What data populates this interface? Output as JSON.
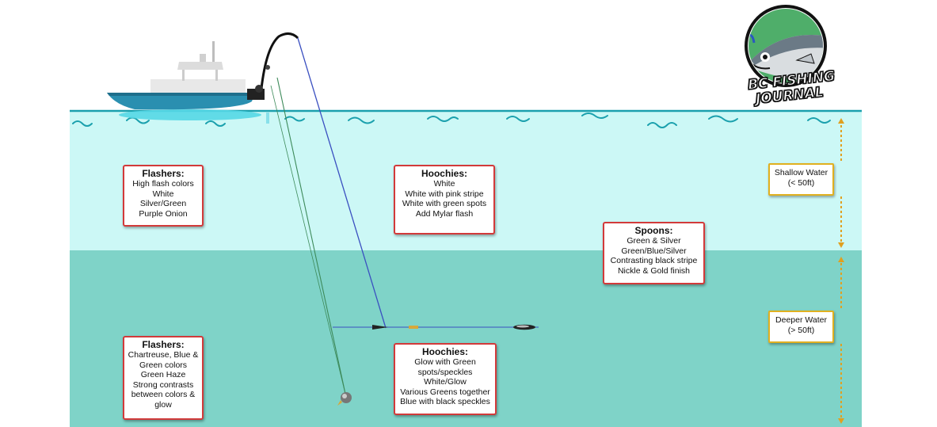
{
  "logo": {
    "line1": "BC FISHING",
    "line2": "JOURNAL",
    "icon": "salmon-fly-icon"
  },
  "zones": {
    "shallow_label": "Shallow Water",
    "shallow_sub": "(< 50ft)",
    "deep_label": "Deeper Water",
    "deep_sub": "(> 50ft)"
  },
  "boxes": {
    "shallow_flashers": {
      "title": "Flashers:",
      "lines": [
        "High flash colors",
        "White",
        "Silver/Green",
        "Purple Onion"
      ]
    },
    "shallow_hoochies": {
      "title": "Hoochies:",
      "lines": [
        "White",
        "White with pink stripe",
        "White with green spots",
        "Add Mylar flash"
      ]
    },
    "spoons": {
      "title": "Spoons:",
      "lines": [
        "Green & Silver",
        "Green/Blue/Silver",
        "Contrasting black stripe",
        "Nickle & Gold finish"
      ]
    },
    "deep_flashers": {
      "title": "Flashers:",
      "lines": [
        "Chartreuse, Blue &",
        "Green colors",
        "Green Haze",
        "Strong contrasts",
        "between colors &",
        "glow"
      ]
    },
    "deep_hoochies": {
      "title": "Hoochies:",
      "lines": [
        "Glow with Green",
        "spots/speckles",
        "White/Glow",
        "Various Greens together",
        "Blue with black speckles"
      ]
    }
  },
  "colors": {
    "shallow_water": "#ccf8f6",
    "deep_water": "#7fd3c8",
    "surface_line": "#1aa0ad",
    "box_border": "#d23a3a",
    "depth_box_border": "#e0b020",
    "depth_arrow": "#e0a020",
    "boat_hull": "#2a8fb0",
    "fishing_line_main": "#3a4fc0",
    "downrigger_line": "#3d8a5a"
  }
}
